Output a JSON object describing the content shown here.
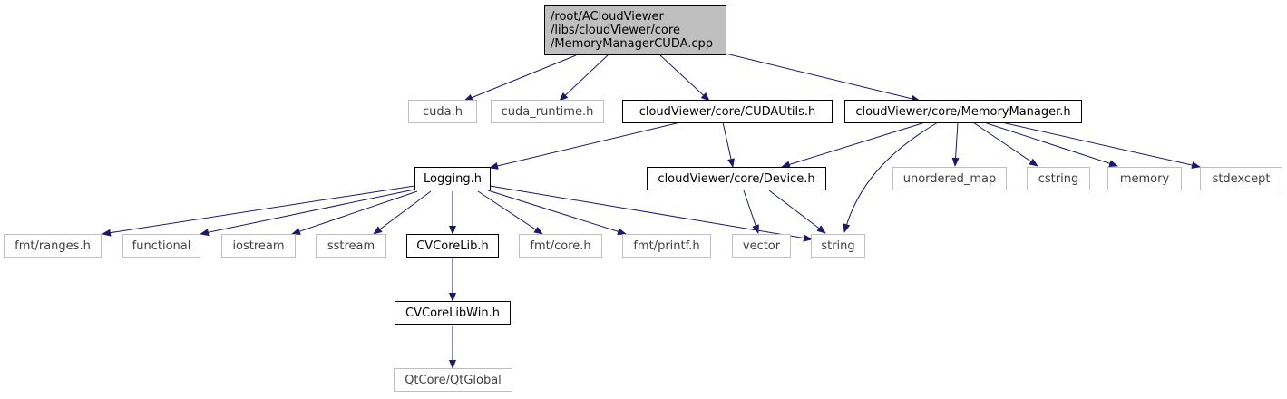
{
  "colors": {
    "edge": "#191970",
    "root_fill": "#bfbfbf",
    "ext_border": "#bfbfbf"
  },
  "nodes": {
    "root": {
      "lines": [
        "/root/ACloudViewer",
        "/libs/cloudViewer/core",
        "/MemoryManagerCUDA.cpp"
      ]
    },
    "cuda_h": "cuda.h",
    "cuda_runtime_h": "cuda_runtime.h",
    "cudautils_h": "cloudViewer/core/CUDAUtils.h",
    "memorymanager_h": "cloudViewer/core/MemoryManager.h",
    "logging_h": "Logging.h",
    "device_h": "cloudViewer/core/Device.h",
    "unordered_map": "unordered_map",
    "cstring": "cstring",
    "memory": "memory",
    "stdexcept": "stdexcept",
    "fmt_ranges_h": "fmt/ranges.h",
    "functional": "functional",
    "iostream": "iostream",
    "sstream": "sstream",
    "cvcorelib_h": "CVCoreLib.h",
    "fmt_core_h": "fmt/core.h",
    "fmt_printf_h": "fmt/printf.h",
    "vector": "vector",
    "string": "string",
    "cvcorelibwin_h": "CVCoreLibWin.h",
    "qtglobal": "QtCore/QtGlobal"
  }
}
